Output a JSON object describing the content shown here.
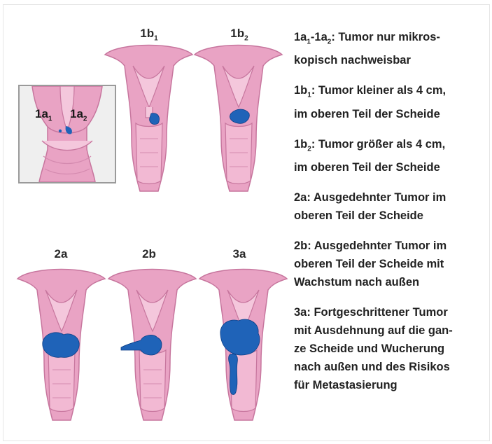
{
  "colors": {
    "tissue": "#e9a3c4",
    "tissue_dark": "#c7769e",
    "tissue_light": "#f4c7dc",
    "tumor": "#1f63b8",
    "tumor_dark": "#0e3f86",
    "inset_bg": "#f1f1f1"
  },
  "inset": {
    "label_a1": "1a",
    "label_a1_sub": "1",
    "label_a2": "1a",
    "label_a2_sub": "2"
  },
  "figures": {
    "f1b1": {
      "label": "1b",
      "label_sub": "1"
    },
    "f1b2": {
      "label": "1b",
      "label_sub": "2"
    },
    "f2a": {
      "label": "2a"
    },
    "f2b": {
      "label": "2b"
    },
    "f3a": {
      "label": "3a"
    }
  },
  "legend": [
    {
      "key": "1a",
      "sub1": "1",
      "mid": "-1a",
      "sub2": "2",
      "text": ": Tumor nur mikros-",
      "text2": "kopisch nachweisbar"
    },
    {
      "key": "1b",
      "sub1": "1",
      "text": ": Tumor kleiner als 4 cm,",
      "text2": "im oberen Teil der Scheide"
    },
    {
      "key": "1b",
      "sub1": "2",
      "text": ": Tumor größer als 4 cm,",
      "text2": "im oberen Teil der Scheide"
    },
    {
      "key": "2a",
      "text": ": Ausgedehnter Tumor im",
      "text2": "oberen Teil der Scheide"
    },
    {
      "key": "2b",
      "text": ": Ausgedehnter Tumor im",
      "text2": "oberen Teil der Scheide mit",
      "text3": "Wachstum nach außen"
    },
    {
      "key": "3a",
      "text": ": Fortgeschrittener Tumor",
      "text2": "mit Ausdehnung auf die gan-",
      "text3": "ze Scheide und Wucherung",
      "text4": "nach außen und des Risikos",
      "text5": "für Metastasierung"
    }
  ]
}
